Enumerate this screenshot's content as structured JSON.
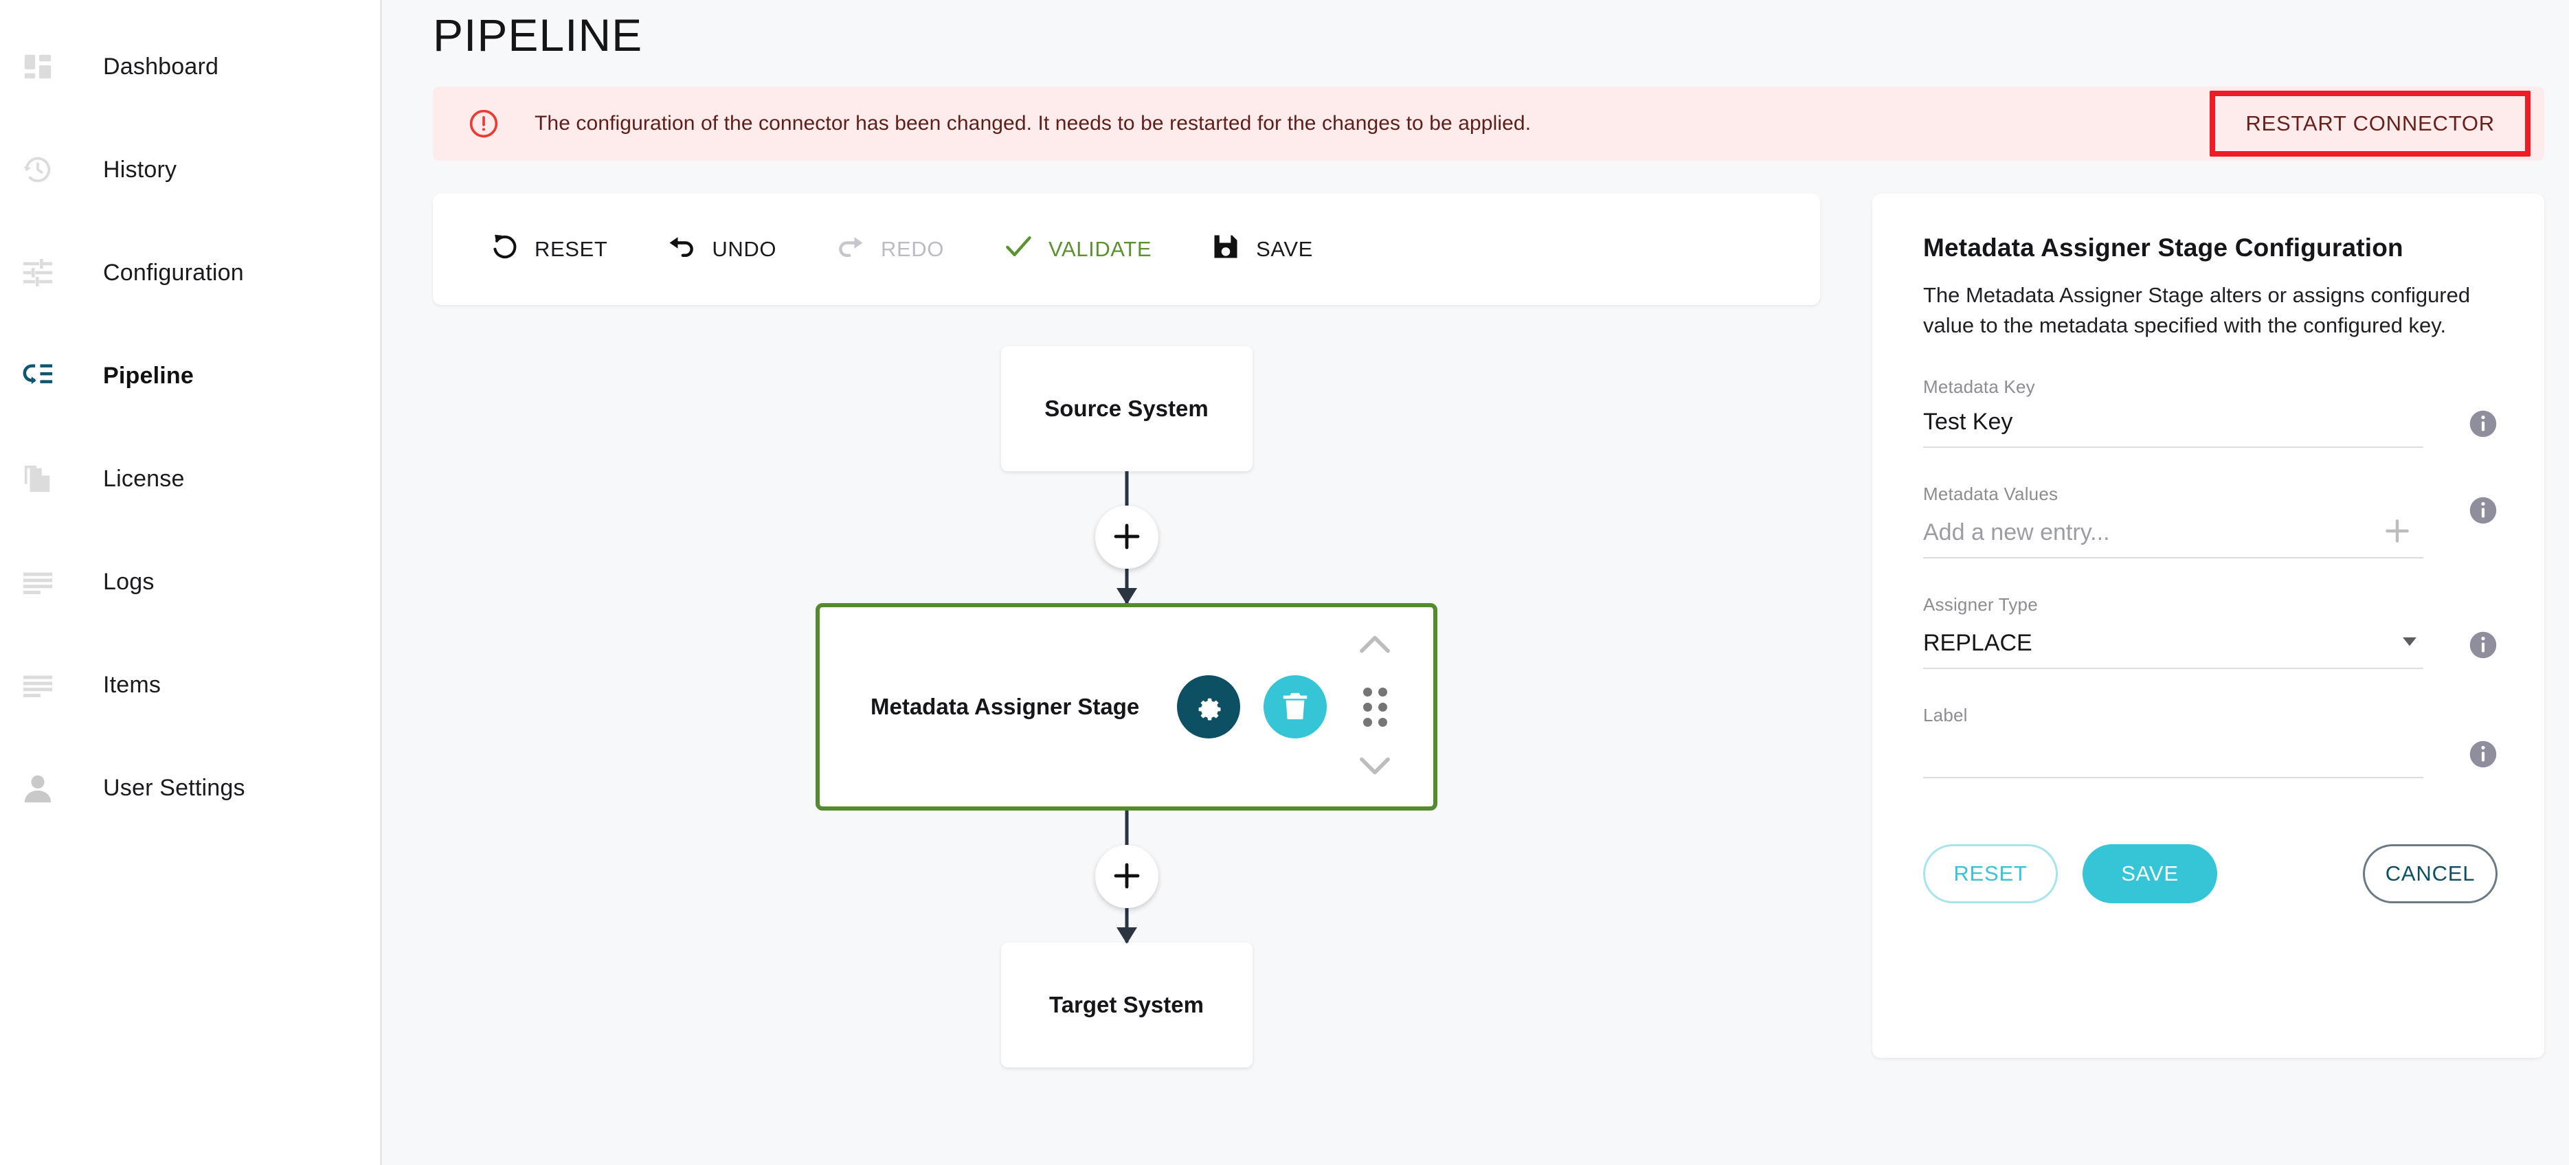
{
  "sidebar": {
    "items": [
      {
        "label": "Dashboard",
        "icon": "dashboard-icon",
        "active": false
      },
      {
        "label": "History",
        "icon": "history-icon",
        "active": false
      },
      {
        "label": "Configuration",
        "icon": "configuration-icon",
        "active": false
      },
      {
        "label": "Pipeline",
        "icon": "pipeline-icon",
        "active": true
      },
      {
        "label": "License",
        "icon": "license-icon",
        "active": false
      },
      {
        "label": "Logs",
        "icon": "logs-icon",
        "active": false
      },
      {
        "label": "Items",
        "icon": "items-icon",
        "active": false
      },
      {
        "label": "User Settings",
        "icon": "user-icon",
        "active": false
      }
    ]
  },
  "header": {
    "title": "PIPELINE"
  },
  "alert": {
    "icon": "error-circle-icon",
    "message": "The configuration of the connector has been changed. It needs to be restarted for the changes to be applied.",
    "action_label": "RESTART CONNECTOR",
    "background": "#fdeceb",
    "accent": "#ee1c25",
    "text_color": "#5c1f19"
  },
  "toolbar": {
    "reset_label": "RESET",
    "undo_label": "UNDO",
    "redo_label": "REDO",
    "validate_label": "VALIDATE",
    "save_label": "SAVE",
    "redo_disabled": true,
    "validate_color": "#5c9130"
  },
  "flow": {
    "source_label": "Source System",
    "target_label": "Target System",
    "add_label": "+",
    "stage": {
      "label": "Metadata Assigner Stage",
      "selected_border_color": "#558b2f",
      "gear_color": "#0d4f63",
      "trash_color": "#36c5d6"
    }
  },
  "config": {
    "title": "Metadata Assigner Stage Configuration",
    "description": "The Metadata Assigner Stage alters or assigns configured value to the metadata specified with the configured key.",
    "fields": [
      {
        "label": "Metadata Key",
        "value": "Test Key",
        "placeholder": "",
        "type": "text"
      },
      {
        "label": "Metadata Values",
        "value": "",
        "placeholder": "Add a new entry...",
        "type": "list-add"
      },
      {
        "label": "Assigner Type",
        "value": "REPLACE",
        "placeholder": "",
        "type": "select"
      },
      {
        "label": "Label",
        "value": "",
        "placeholder": "",
        "type": "text"
      }
    ],
    "buttons": {
      "reset_label": "RESET",
      "save_label": "SAVE",
      "cancel_label": "CANCEL"
    },
    "accent": "#36c5d6",
    "cancel_color": "#0d4f63"
  }
}
